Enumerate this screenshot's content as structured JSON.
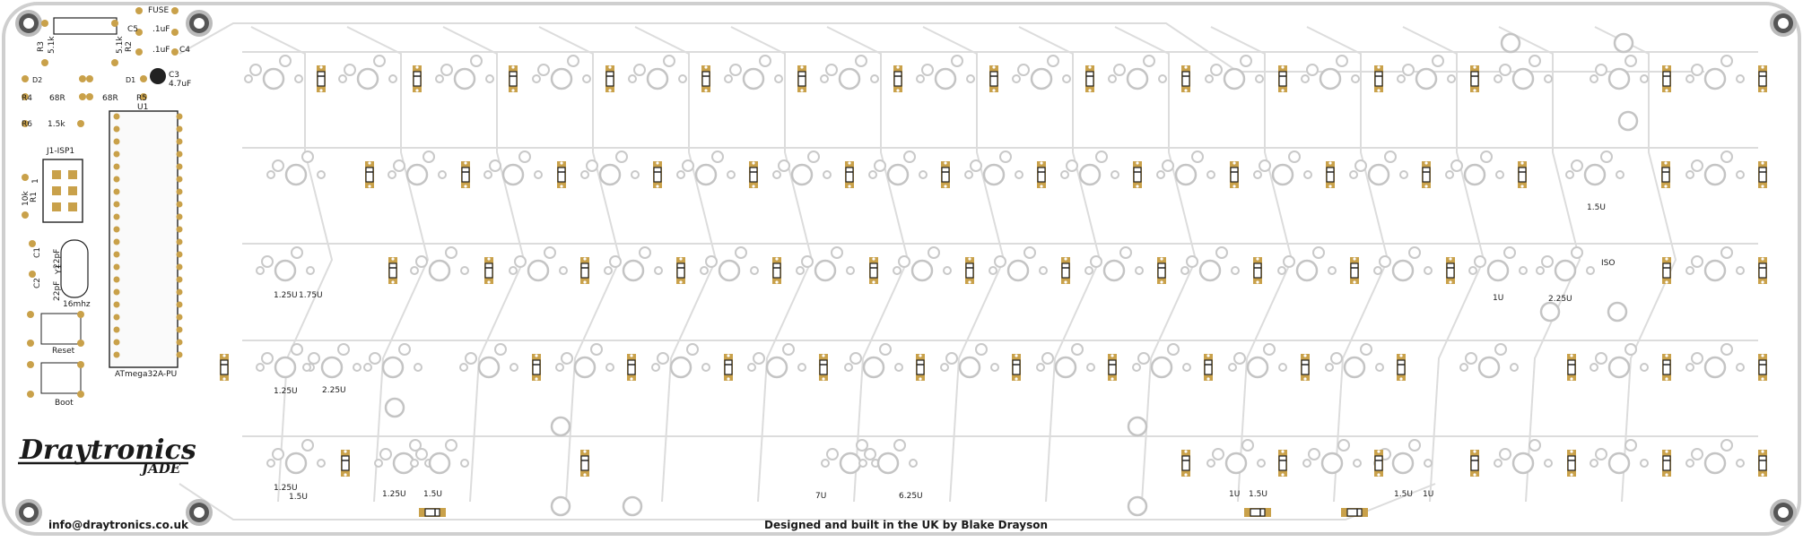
{
  "board": {
    "brand": "Draytronics",
    "model": "JADE",
    "email": "info@draytronics.co.uk",
    "credit": "Designed and built in the UK by Blake Drayson"
  },
  "components": {
    "fuse": "FUSE",
    "c5": "C5",
    "c5_value": ".1uF",
    "c4_value": ".1uF",
    "c4": "C4",
    "c3": "C3",
    "c3_value": "4.7uF",
    "r3": "R3",
    "r3_value": "5.1k",
    "r2": "R2",
    "r2_value": "5.1k",
    "d2": "D2",
    "d1": "D1",
    "r4": "R4",
    "r4_value": "68R",
    "r5_value": "68R",
    "r5": "R5",
    "r6": "R6",
    "r6_value": "1.5k",
    "u1": "U1",
    "isp": "J1-ISP1",
    "r1": "R1",
    "r1_value": "10k",
    "c1": "C1",
    "c1_value": "22pF",
    "c2": "C2",
    "c2_value": "22pF",
    "y1": "Y1",
    "crystal": "16mhz",
    "reset": "Reset",
    "boot": "Boot",
    "mcu": "ATmega32A-PU",
    "isp_pin": "1"
  },
  "key_size_labels": [
    "1.25U",
    "1.75U",
    "1.5U",
    "1U",
    "2.25U",
    "ISO",
    "1.25U",
    "2.25U",
    "1.25U",
    "1.5U",
    "1.25U",
    "1.5U",
    "7U",
    "6.25U",
    "1U",
    "1.5U",
    "1.5U",
    "1U"
  ]
}
